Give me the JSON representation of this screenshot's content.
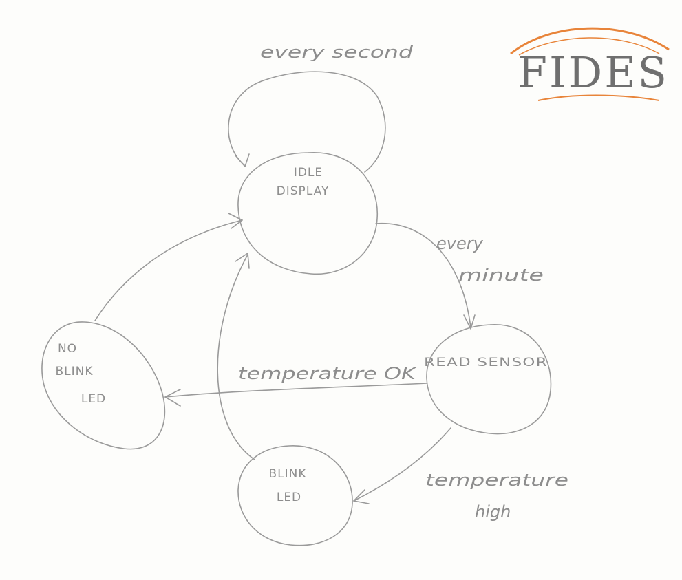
{
  "diagram": {
    "states": {
      "idle": [
        "IDLE",
        "DISPLAY"
      ],
      "read": [
        "READ SENSOR"
      ],
      "no_blink": [
        "NO",
        "BLINK",
        "LED"
      ],
      "blink": [
        "BLINK",
        "LED"
      ]
    },
    "transitions": {
      "self_loop": "every second",
      "to_read": [
        "every",
        "minute"
      ],
      "ok": "temperature OK",
      "high": [
        "temperature",
        "high"
      ]
    }
  },
  "logo": {
    "text": "FIDES",
    "colors": {
      "arc": "#e8843a",
      "text": "#6f6f6f"
    }
  },
  "colors": {
    "pencil": "#9a9a9a",
    "paper": "#fdfdfb"
  }
}
